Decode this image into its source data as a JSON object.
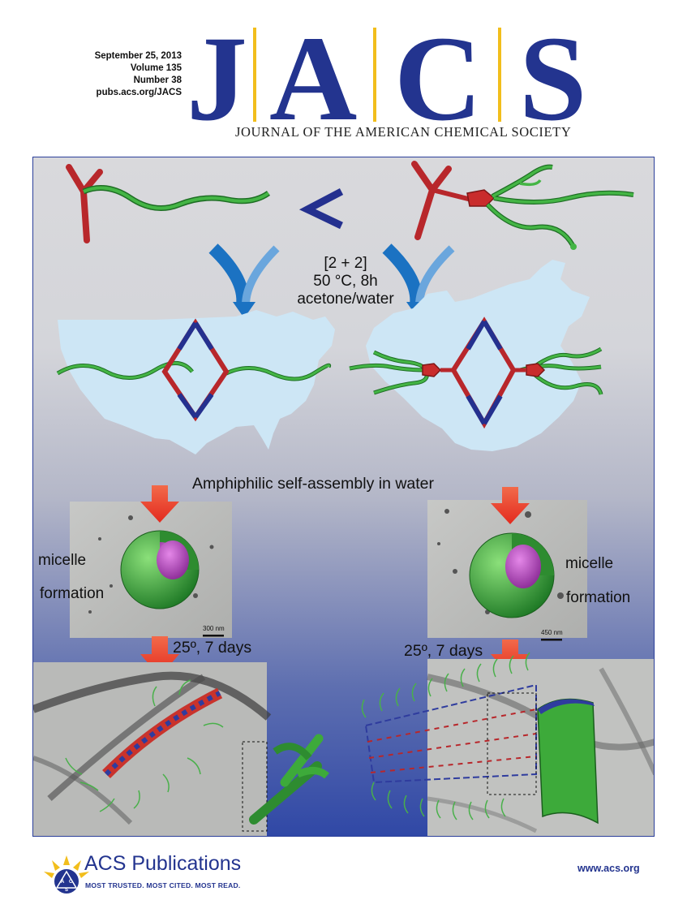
{
  "issue": {
    "date": "September 25, 2013",
    "volume": "Volume 135",
    "number": "Number 38",
    "url": "pubs.acs.org/JACS"
  },
  "journal": {
    "letters": [
      "J",
      "A",
      "C",
      "S"
    ],
    "full_name": "JOURNAL OF THE AMERICAN CHEMICAL SOCIETY"
  },
  "cover": {
    "reaction_conditions": [
      "[2 + 2]",
      "50 °C, 8h",
      "acetone/water"
    ],
    "assembly_label": "Amphiphilic self-assembly in water",
    "micelle_left": [
      "micelle",
      "formation"
    ],
    "micelle_right": [
      "micelle",
      "formation"
    ],
    "aging_left": "25º, 7 days",
    "aging_right": "25º, 7 days",
    "scale_left": "300 nm",
    "scale_right": "450 nm"
  },
  "footer": {
    "publisher": "ACS Publications",
    "tagline": "MOST TRUSTED. MOST CITED. MOST READ.",
    "website": "www.acs.org",
    "seal_letters": [
      "A",
      "C",
      "S"
    ]
  },
  "colors": {
    "brand_blue": "#23348f",
    "brand_gold": "#f2be1c",
    "chain_green": "#3daa3a",
    "linker_red": "#b8272b",
    "arrow_blue": "#1b72c2"
  }
}
